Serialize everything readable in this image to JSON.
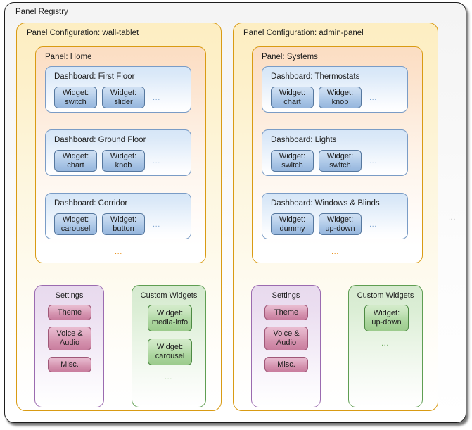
{
  "registry": {
    "title": "Panel Registry",
    "overflow_ellipsis": "..."
  },
  "configurations": [
    {
      "title": "Panel Configuration: wall-tablet",
      "panel": {
        "title": "Panel: Home",
        "overflow_ellipsis": "...",
        "dashboards": [
          {
            "title": "Dashboard: First Floor",
            "overflow_ellipsis": "...",
            "widgets": [
              {
                "prefix": "Widget:",
                "name": "switch"
              },
              {
                "prefix": "Widget:",
                "name": "slider"
              }
            ]
          },
          {
            "title": "Dashboard: Ground Floor",
            "overflow_ellipsis": "...",
            "widgets": [
              {
                "prefix": "Widget:",
                "name": "chart"
              },
              {
                "prefix": "Widget:",
                "name": "knob"
              }
            ]
          },
          {
            "title": "Dashboard: Corridor",
            "overflow_ellipsis": "...",
            "widgets": [
              {
                "prefix": "Widget:",
                "name": "carousel"
              },
              {
                "prefix": "Widget:",
                "name": "button"
              }
            ]
          }
        ]
      },
      "settings": {
        "title": "Settings",
        "buttons": [
          {
            "line1": "Theme",
            "line2": ""
          },
          {
            "line1": "Voice &",
            "line2": "Audio"
          },
          {
            "line1": "Misc.",
            "line2": ""
          }
        ]
      },
      "custom_widgets": {
        "title": "Custom Widgets",
        "overflow_ellipsis": "...",
        "widgets": [
          {
            "prefix": "Widget:",
            "name": "media-info"
          },
          {
            "prefix": "Widget:",
            "name": "carousel"
          }
        ]
      }
    },
    {
      "title": "Panel Configuration: admin-panel",
      "panel": {
        "title": "Panel: Systems",
        "overflow_ellipsis": "...",
        "dashboards": [
          {
            "title": "Dashboard: Thermostats",
            "overflow_ellipsis": "...",
            "widgets": [
              {
                "prefix": "Widget:",
                "name": "chart"
              },
              {
                "prefix": "Widget:",
                "name": "knob"
              }
            ]
          },
          {
            "title": "Dashboard: Lights",
            "overflow_ellipsis": "...",
            "widgets": [
              {
                "prefix": "Widget:",
                "name": "switch"
              },
              {
                "prefix": "Widget:",
                "name": "switch"
              }
            ]
          },
          {
            "title": "Dashboard: Windows & Blinds",
            "overflow_ellipsis": "...",
            "widgets": [
              {
                "prefix": "Widget:",
                "name": "dummy"
              },
              {
                "prefix": "Widget:",
                "name": "up-down"
              }
            ]
          }
        ]
      },
      "settings": {
        "title": "Settings",
        "buttons": [
          {
            "line1": "Theme",
            "line2": ""
          },
          {
            "line1": "Voice &",
            "line2": "Audio"
          },
          {
            "line1": "Misc.",
            "line2": ""
          }
        ]
      },
      "custom_widgets": {
        "title": "Custom Widgets",
        "overflow_ellipsis": "...",
        "widgets": [
          {
            "prefix": "Widget:",
            "name": "up-down"
          }
        ]
      }
    }
  ],
  "colors": {
    "config_border": "#d99b13",
    "panel_border": "#d99b13",
    "dashboard_border": "#7a9cc6",
    "widget_fill": "#aac6e6",
    "settings_border": "#9b6bb0",
    "settings_button_fill": "#d492ae",
    "custom_border": "#5f9e52",
    "custom_widget_fill": "#acd69f"
  }
}
